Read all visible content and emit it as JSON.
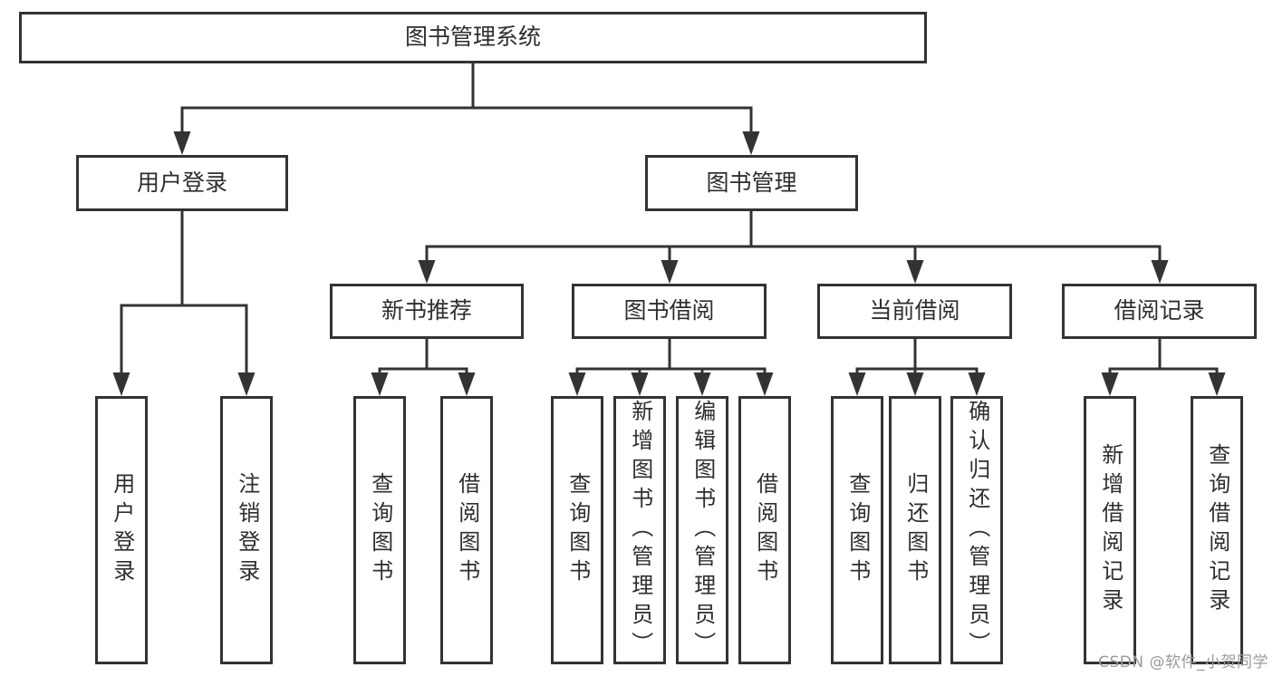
{
  "tree": {
    "root": {
      "label": "图书管理系统",
      "children": [
        {
          "label": "用户登录",
          "children": [
            {
              "label": "用户登录"
            },
            {
              "label": "注销登录"
            }
          ]
        },
        {
          "label": "图书管理",
          "children": [
            {
              "label": "新书推荐",
              "children": [
                {
                  "label": "查询图书"
                },
                {
                  "label": "借阅图书"
                }
              ]
            },
            {
              "label": "图书借阅",
              "children": [
                {
                  "label": "查询图书"
                },
                {
                  "label": "新增图书（管理员）"
                },
                {
                  "label": "编辑图书（管理员）"
                },
                {
                  "label": "借阅图书"
                }
              ]
            },
            {
              "label": "当前借阅",
              "children": [
                {
                  "label": "查询图书"
                },
                {
                  "label": "归还图书"
                },
                {
                  "label": "确认归还（管理员）"
                }
              ]
            },
            {
              "label": "借阅记录",
              "children": [
                {
                  "label": "新增借阅记录"
                },
                {
                  "label": "查询借阅记录"
                }
              ]
            }
          ]
        }
      ]
    }
  },
  "watermark": {
    "text": "CSDN @软件_小贺同学"
  },
  "colors": {
    "line": "#333333",
    "border": "#333333",
    "text": "#2e2e2e",
    "background": "#ffffff",
    "watermark": "#9a9a9a"
  }
}
